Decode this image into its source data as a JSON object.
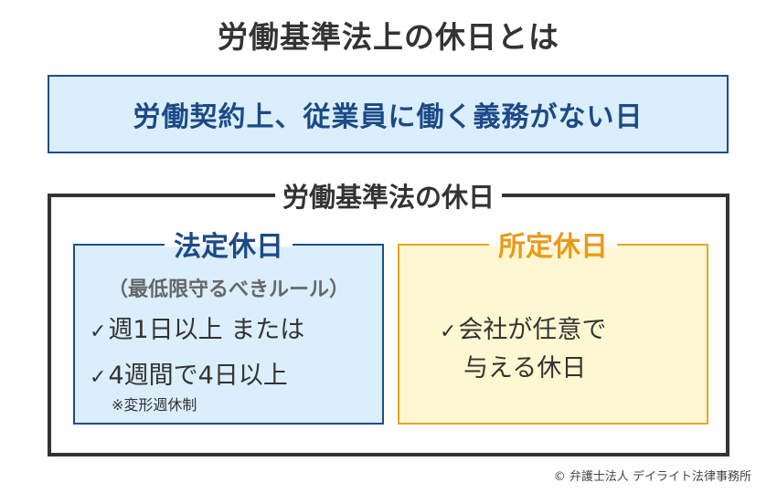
{
  "title": "労働基準法上の休日とは",
  "definition": "労働契約上、従業員に働く義務がない日",
  "frame": {
    "label": "労働基準法の休日"
  },
  "statutory": {
    "label": "法定休日",
    "note": "（最低限守るべきルール）",
    "items": [
      {
        "check": "✓",
        "text": "週1日以上 または"
      },
      {
        "check": "✓",
        "text": "4週間で4日以上"
      }
    ],
    "footnote": "※変形週休制"
  },
  "prescribed": {
    "label": "所定休日",
    "items": [
      {
        "check": "✓",
        "text": "会社が任意で"
      },
      {
        "check": "",
        "text": "与える休日"
      }
    ]
  },
  "colors": {
    "blue_border": "#1f4e8a",
    "blue_fill": "#dbeefb",
    "yellow_border": "#e8a623",
    "yellow_fill": "#fff7d1",
    "orange_text": "#e89a1a",
    "dark": "#333333"
  },
  "copyright": "© 弁護士法人 デイライト法律事務所"
}
